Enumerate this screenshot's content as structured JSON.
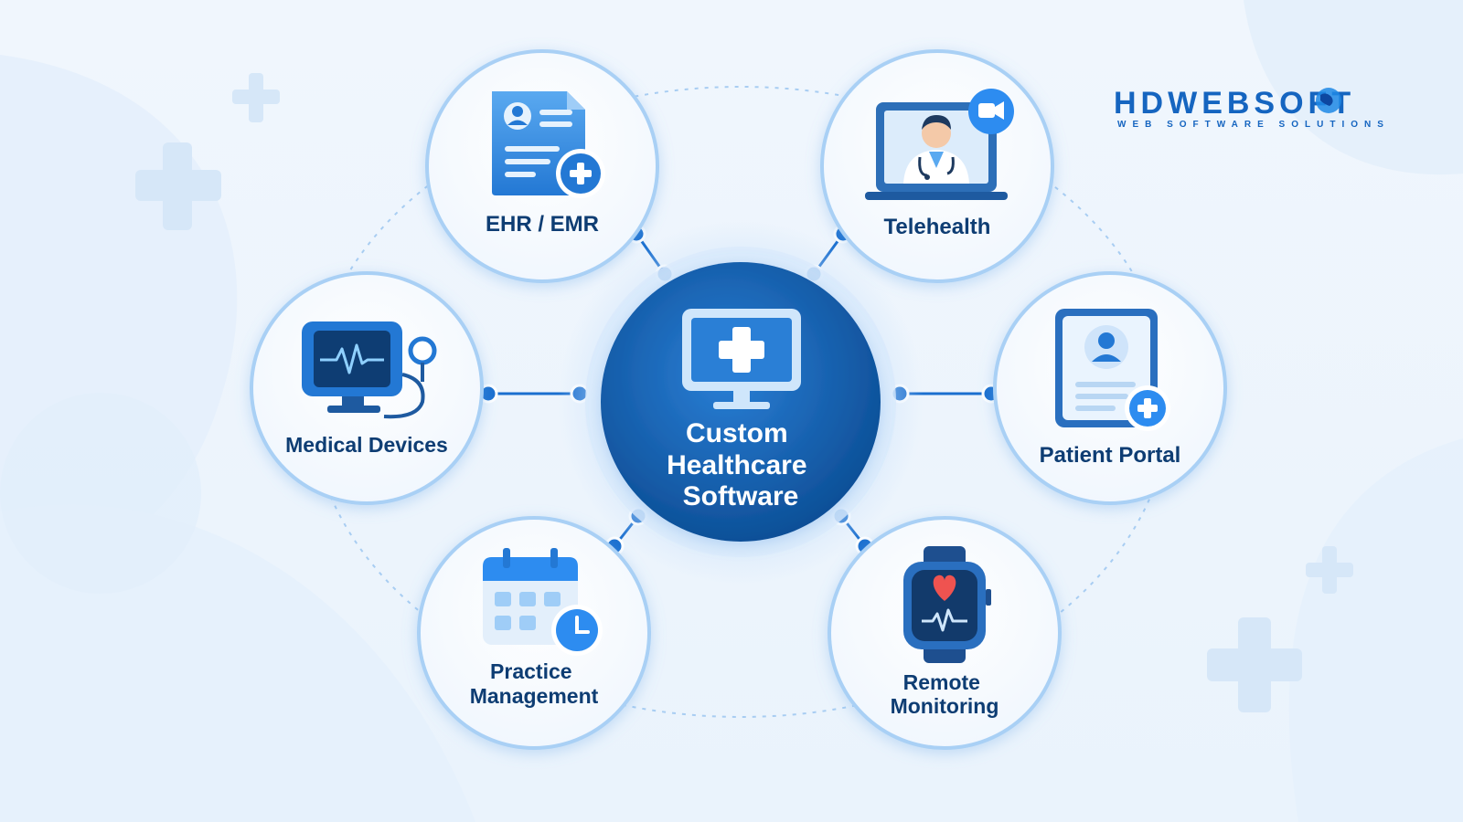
{
  "brand": {
    "name": "HDWEBSOFT",
    "tagline": "WEB SOFTWARE SOLUTIONS"
  },
  "hub": {
    "label_lines": [
      "Custom",
      "Healthcare",
      "Software"
    ],
    "icon": "monitor-medical-cross-icon"
  },
  "nodes": [
    {
      "id": "ehr-emr",
      "label_lines": [
        "EHR / EMR"
      ],
      "icon": "medical-record-icon"
    },
    {
      "id": "telehealth",
      "label_lines": [
        "Telehealth"
      ],
      "icon": "doctor-video-call-icon"
    },
    {
      "id": "medical-devices",
      "label_lines": [
        "Medical Devices"
      ],
      "icon": "ecg-monitor-device-icon"
    },
    {
      "id": "patient-portal",
      "label_lines": [
        "Patient Portal"
      ],
      "icon": "patient-profile-icon"
    },
    {
      "id": "practice-management",
      "label_lines": [
        "Practice",
        "Management"
      ],
      "icon": "calendar-clock-icon"
    },
    {
      "id": "remote-monitoring",
      "label_lines": [
        "Remote",
        "Monitoring"
      ],
      "icon": "smartwatch-heart-icon"
    }
  ],
  "colors": {
    "primary": "#1565c0",
    "hub_dark": "#0b4c93",
    "hub_light": "#2a7fd6",
    "label": "#0e3d73",
    "accent_heart": "#ef5350",
    "connector": "#1a6fcf",
    "node_ring": "#a9d0f5"
  }
}
